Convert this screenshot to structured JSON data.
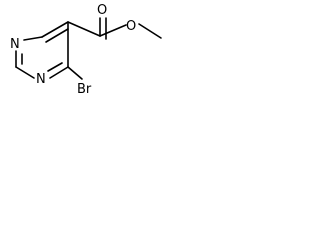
{
  "molecule": {
    "atoms": {
      "n1": "N",
      "n3": "N",
      "br": "Br",
      "carbonyl_o": "O",
      "ester_o": "O"
    }
  }
}
